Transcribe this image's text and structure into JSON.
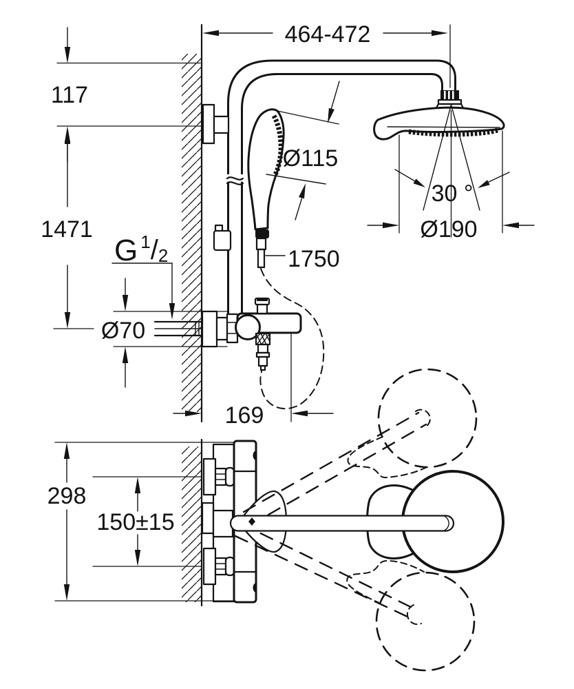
{
  "colors": {
    "ink": "#141414",
    "background": "#ffffff"
  },
  "drawing_type": "shower-system-dimensional-drawing",
  "labels": {
    "top_width": "464-472",
    "wall_offset": "117",
    "riser_height": "1471",
    "hand_shower_diameter": "Ø115",
    "spray_angle": "30 °",
    "head_shower_diameter": "Ø190",
    "hose_length": "1750",
    "thread": {
      "letter": "G",
      "numerator": "1",
      "slash": "/",
      "denominator": "2"
    },
    "escutcheon_diameter": "Ø70",
    "projection_depth": "169",
    "trim_width": "298",
    "inlet_spacing": "150±15"
  }
}
